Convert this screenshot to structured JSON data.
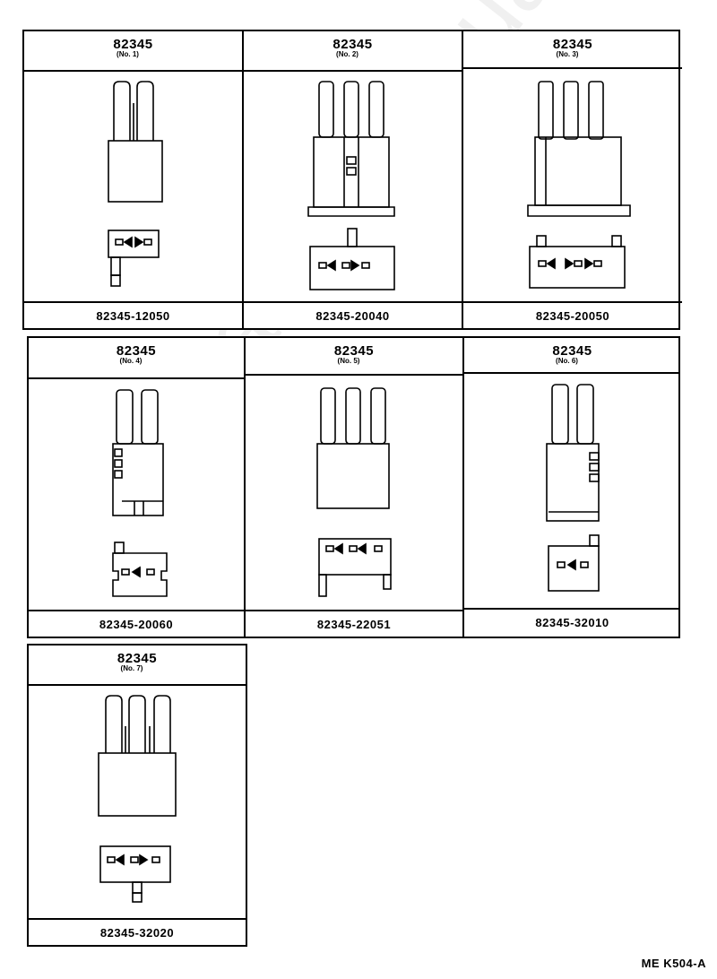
{
  "watermark": "ToyotaCarManual.ru",
  "figure_code": "ME K504-A",
  "connectors": [
    {
      "part": "82345",
      "no": "(No. 1)",
      "part_number": "82345-12050"
    },
    {
      "part": "82345",
      "no": "(No. 2)",
      "part_number": "82345-20040"
    },
    {
      "part": "82345",
      "no": "(No. 3)",
      "part_number": "82345-20050"
    },
    {
      "part": "82345",
      "no": "(No. 4)",
      "part_number": "82345-20060"
    },
    {
      "part": "82345",
      "no": "(No. 5)",
      "part_number": "82345-22051"
    },
    {
      "part": "82345",
      "no": "(No. 6)",
      "part_number": "82345-32010"
    },
    {
      "part": "82345",
      "no": "(No. 7)",
      "part_number": "82345-32020"
    }
  ]
}
